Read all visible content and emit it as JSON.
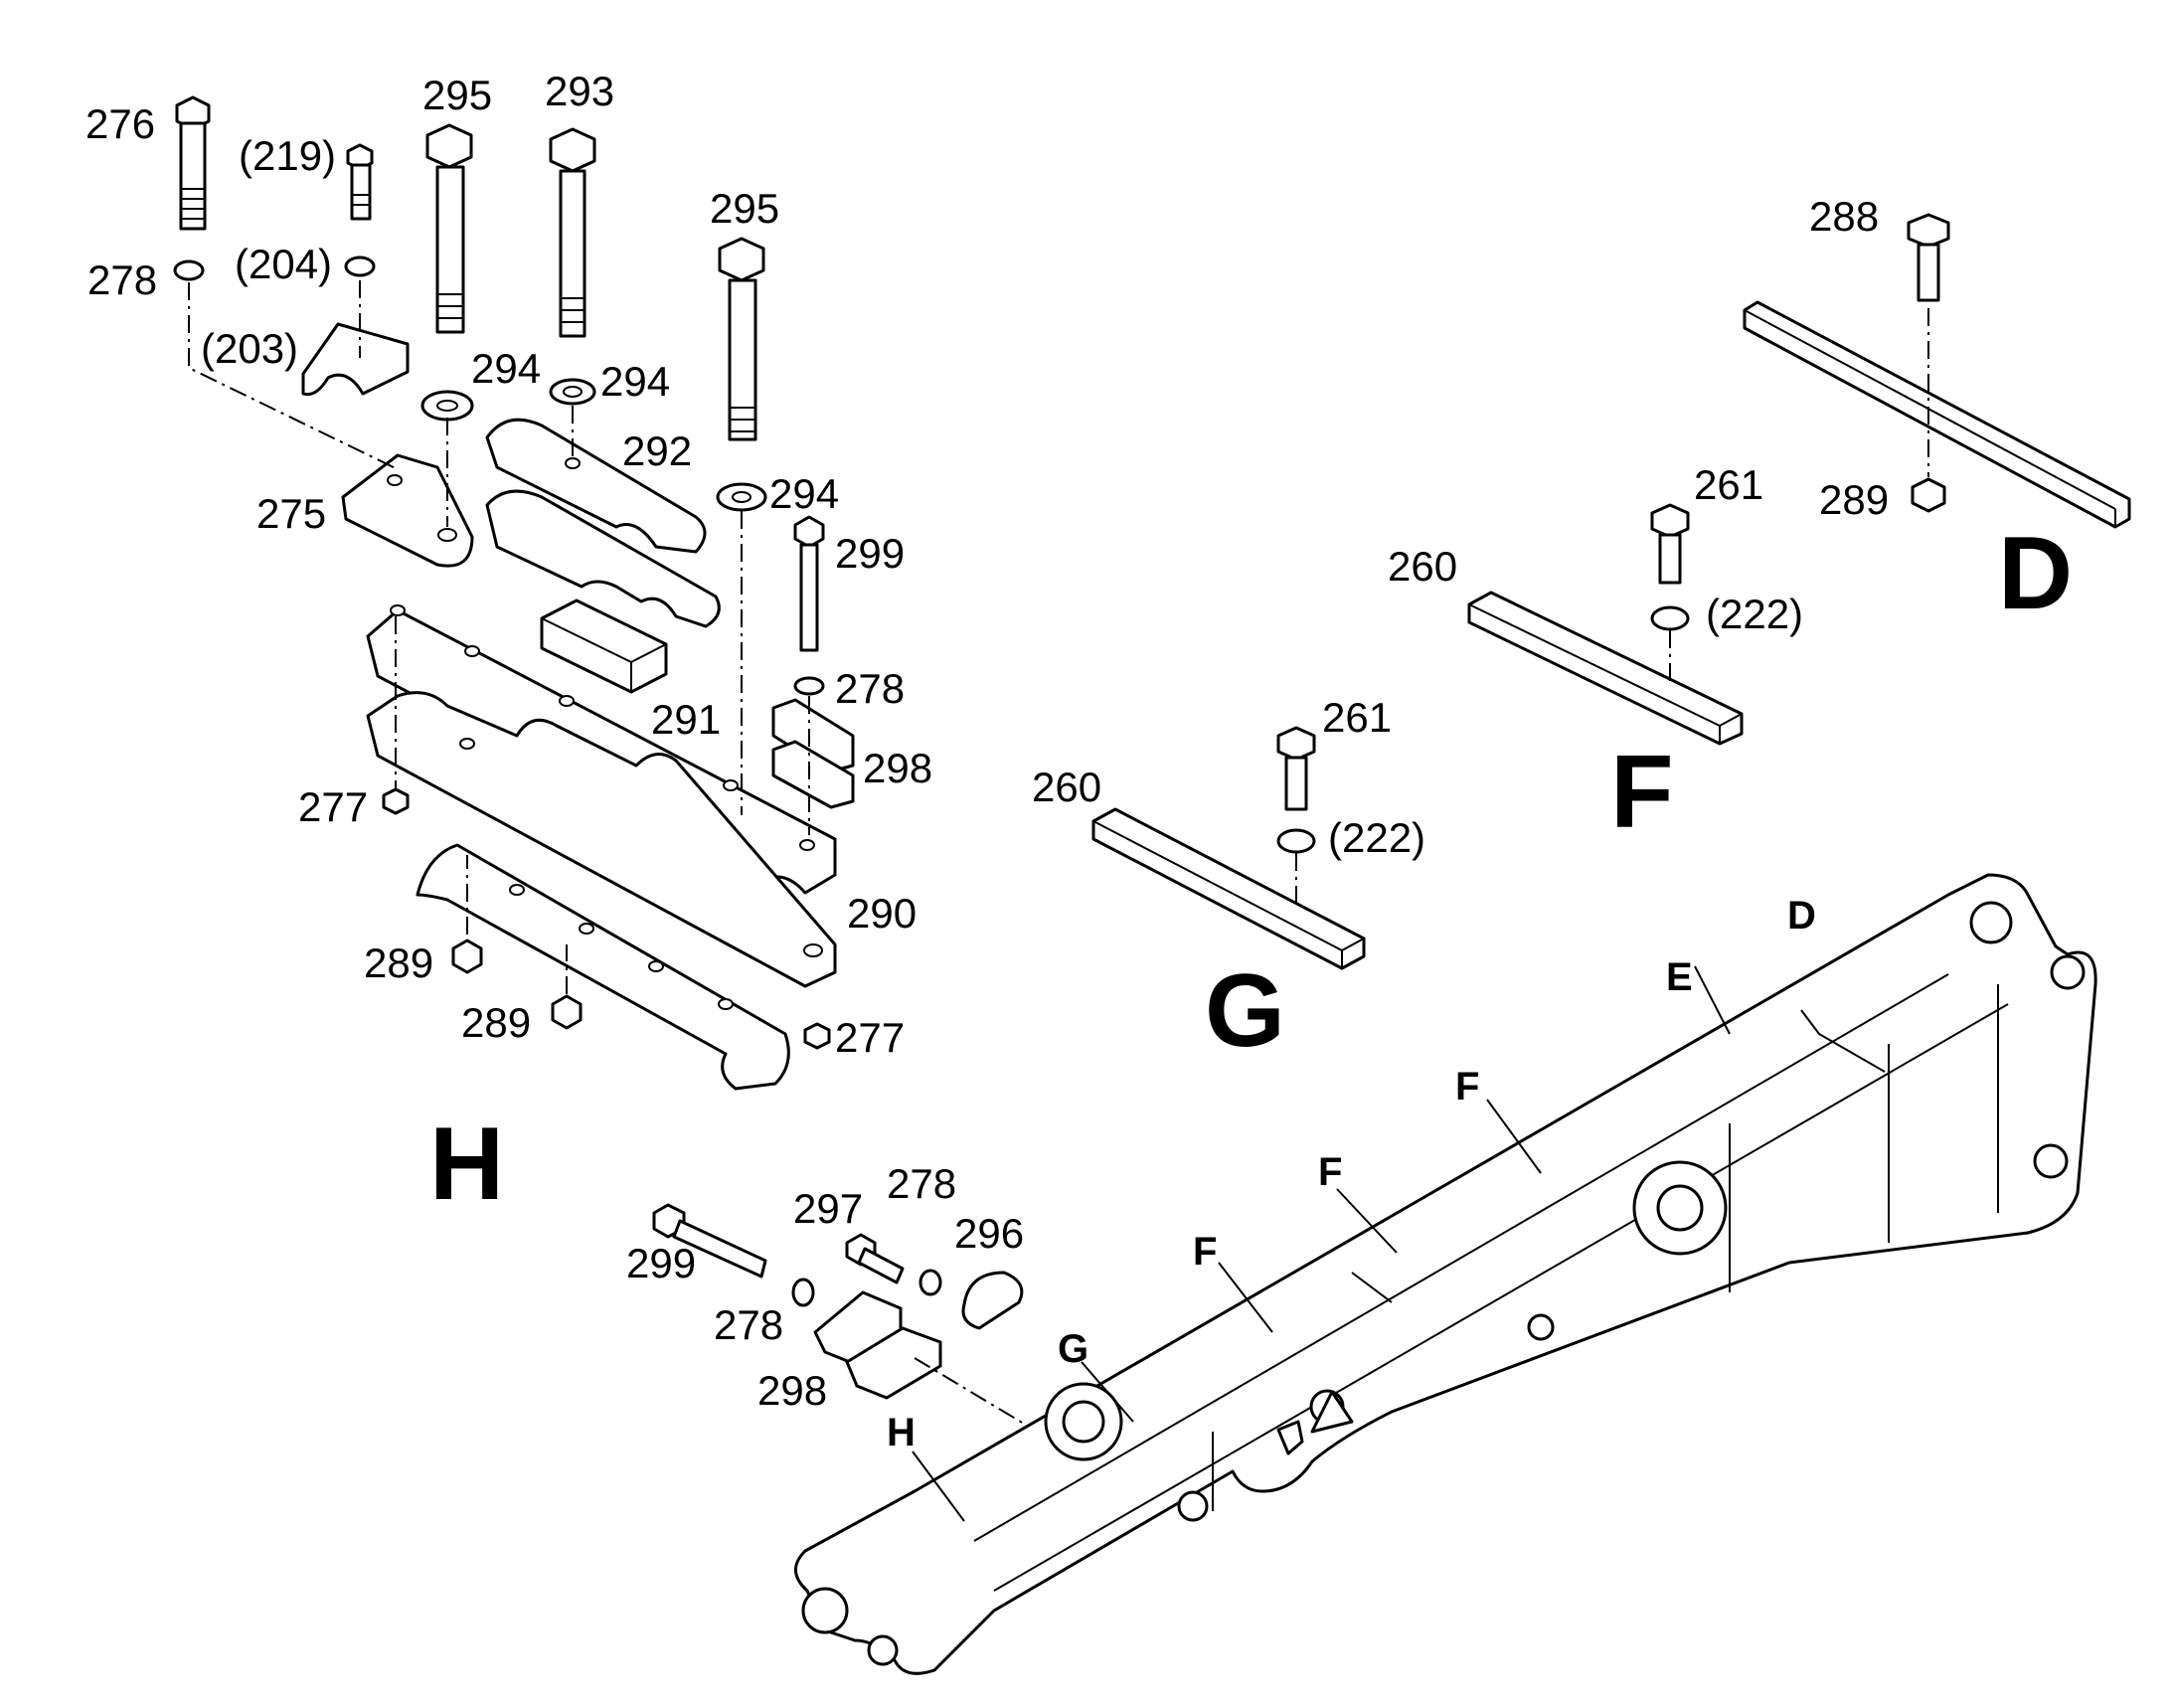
{
  "diagram": {
    "part_labels": {
      "p276": "276",
      "p219": "(219)",
      "p295a": "295",
      "p293": "293",
      "p295b": "295",
      "p278a": "278",
      "p204": "(204)",
      "p203": "(203)",
      "p294a": "294",
      "p294b": "294",
      "p292": "292",
      "p294c": "294",
      "p275": "275",
      "p299a": "299",
      "p278b": "278",
      "p291": "291",
      "p298a": "298",
      "p277a": "277",
      "p290": "290",
      "p289a": "289",
      "p289b": "289",
      "p277b": "277",
      "p288": "288",
      "p289c": "289",
      "p261a": "261",
      "p260a": "260",
      "p222a": "(222)",
      "p261b": "261",
      "p260b": "260",
      "p222b": "(222)",
      "p299b": "299",
      "p297": "297",
      "p278c": "278",
      "p296": "296",
      "p278d": "278",
      "p298b": "298"
    },
    "detail_labels": {
      "H": "H",
      "G": "G",
      "F": "F",
      "D": "D"
    },
    "location_markers": {
      "D": "D",
      "E": "E",
      "F1": "F",
      "F2": "F",
      "F3": "F",
      "G": "G",
      "H": "H"
    }
  }
}
